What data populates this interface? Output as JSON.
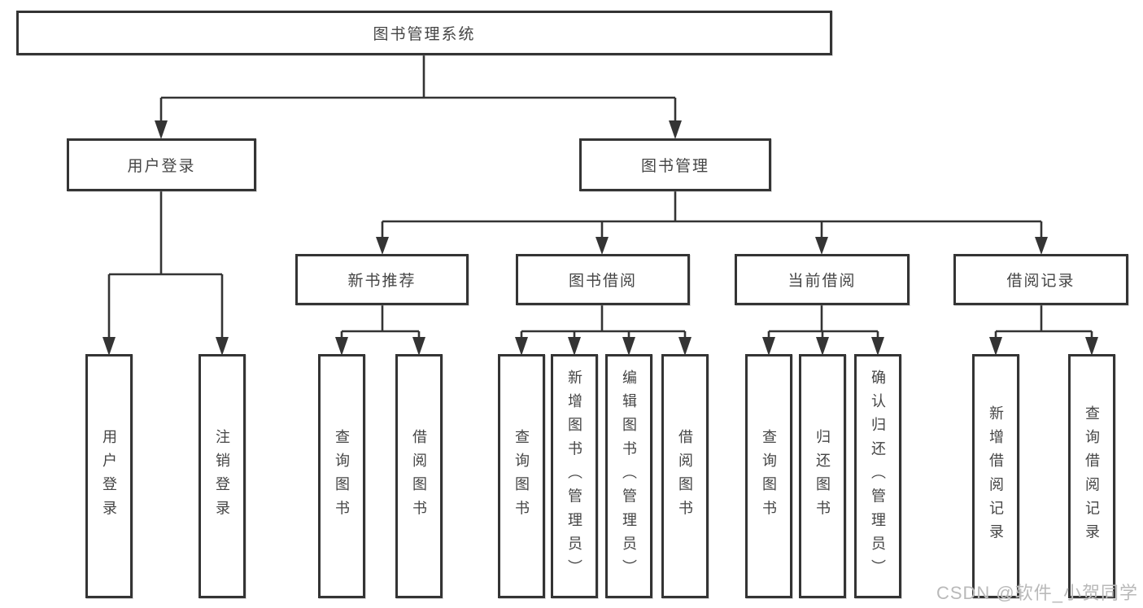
{
  "diagram": {
    "root": {
      "label": "图书管理系统"
    },
    "level2": [
      {
        "label": "用户登录"
      },
      {
        "label": "图书管理"
      }
    ],
    "level3": [
      {
        "label": "新书推荐"
      },
      {
        "label": "图书借阅"
      },
      {
        "label": "当前借阅"
      },
      {
        "label": "借阅记录"
      }
    ],
    "leaves": {
      "user_login": [
        "用户登录",
        "注销登录"
      ],
      "new_book": [
        "查询图书",
        "借阅图书"
      ],
      "book_borrow": [
        "查询图书",
        "新增图书（管理员）",
        "编辑图书（管理员）",
        "借阅图书"
      ],
      "current_borrow": [
        "查询图书",
        "归还图书",
        "确认归还（管理员）"
      ],
      "borrow_record": [
        "新增借阅记录",
        "查询借阅记录"
      ]
    }
  },
  "watermark": {
    "text": "CSDN @软件_小贺同学"
  },
  "colors": {
    "line": "#343434",
    "text": "#454545",
    "boxBg": "#ffffff",
    "watermark": "#b9b9b9"
  }
}
